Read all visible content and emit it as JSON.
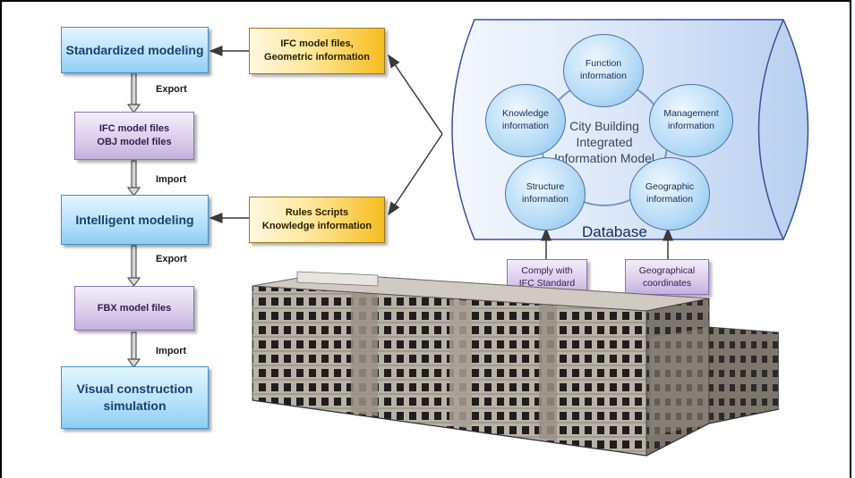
{
  "flow": {
    "standardized_modeling": "Standardized modeling",
    "export_1": "Export",
    "ifc_obj_files": [
      "IFC model files",
      "OBJ model files"
    ],
    "import_1": "Import",
    "intelligent_modeling": "Intelligent modeling",
    "export_2": "Export",
    "fbx_files": "FBX model files",
    "import_2": "Import",
    "visual_simulation": [
      "Visual construction",
      "simulation"
    ]
  },
  "inputs": {
    "ifc_geometric": [
      "IFC model files,",
      "Geometric information"
    ],
    "rules_knowledge": [
      "Rules Scripts",
      "Knowledge information"
    ]
  },
  "database": {
    "label": "Database",
    "center": [
      "City Building",
      "Integrated",
      "Information Model"
    ],
    "circles": {
      "function": [
        "Function",
        "information"
      ],
      "knowledge": [
        "Knowledge",
        "information"
      ],
      "management": [
        "Management",
        "information"
      ],
      "structure": [
        "Structure",
        "information"
      ],
      "geographic": [
        "Geographic",
        "information"
      ]
    }
  },
  "sources": {
    "ifc_standard": [
      "Comply with",
      "IFC Standard"
    ],
    "geo_coordinates": [
      "Geographical",
      "coordinates"
    ]
  },
  "colors": {
    "blue_box": "#b8e2fb",
    "purple_box": "#d9cdea",
    "orange_box": "#f5bd20",
    "circle": "#b5daf6",
    "database_fill": "#dce8f8"
  },
  "icons": {
    "building": "building-3d-model-icon"
  }
}
